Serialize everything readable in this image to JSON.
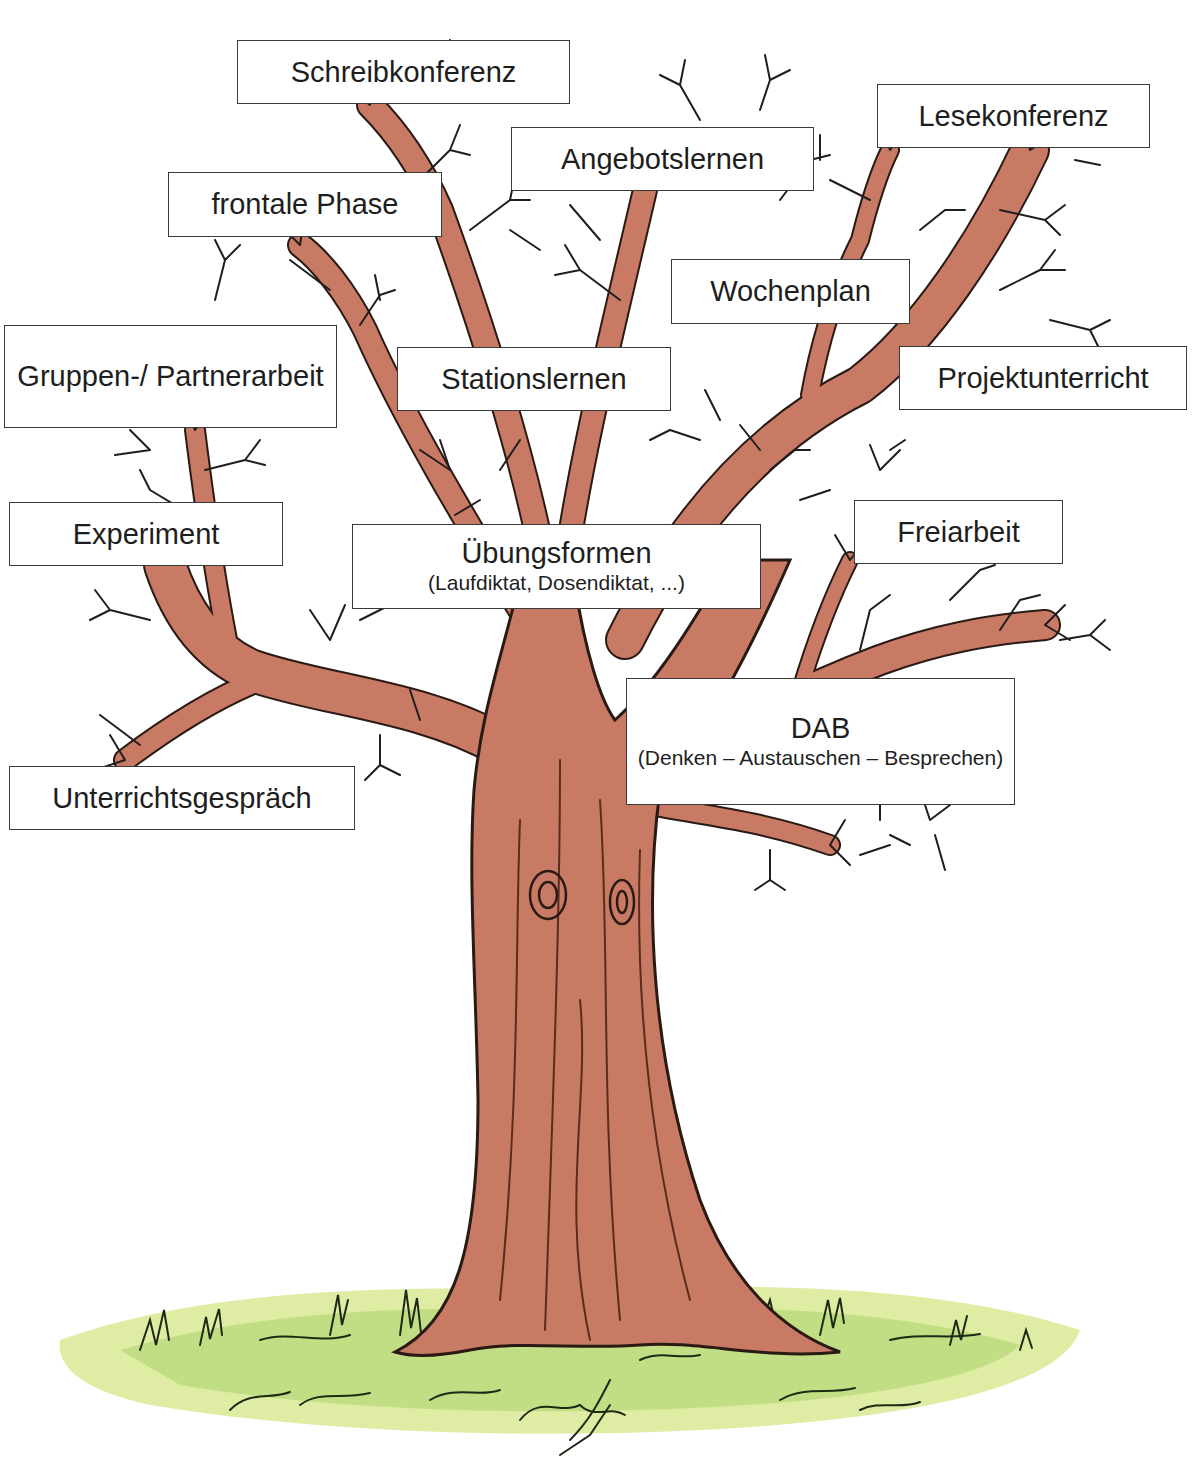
{
  "diagram": {
    "nodes": [
      {
        "text": [
          "Schreibkonferenz"
        ]
      },
      {
        "text": [
          "Lesekonferenz"
        ]
      },
      {
        "text": [
          "Angebotslernen"
        ]
      },
      {
        "text": [
          "frontale Phase"
        ]
      },
      {
        "text": [
          "Wochenplan"
        ]
      },
      {
        "text": [
          "Gruppen-/ Partnerarbeit"
        ]
      },
      {
        "text": [
          "Stationslernen"
        ]
      },
      {
        "text": [
          "Projektunterricht"
        ]
      },
      {
        "text": [
          "Experiment"
        ]
      },
      {
        "text": [
          "Freiarbeit"
        ]
      },
      {
        "text": [
          "Übungsformen",
          "(Laufdiktat, Dosendiktat, ...)"
        ]
      },
      {
        "text": [
          "DAB",
          "(Denken – Austauschen – Besprechen)"
        ]
      },
      {
        "text": [
          "Unterrichtsgespräch"
        ]
      }
    ]
  }
}
